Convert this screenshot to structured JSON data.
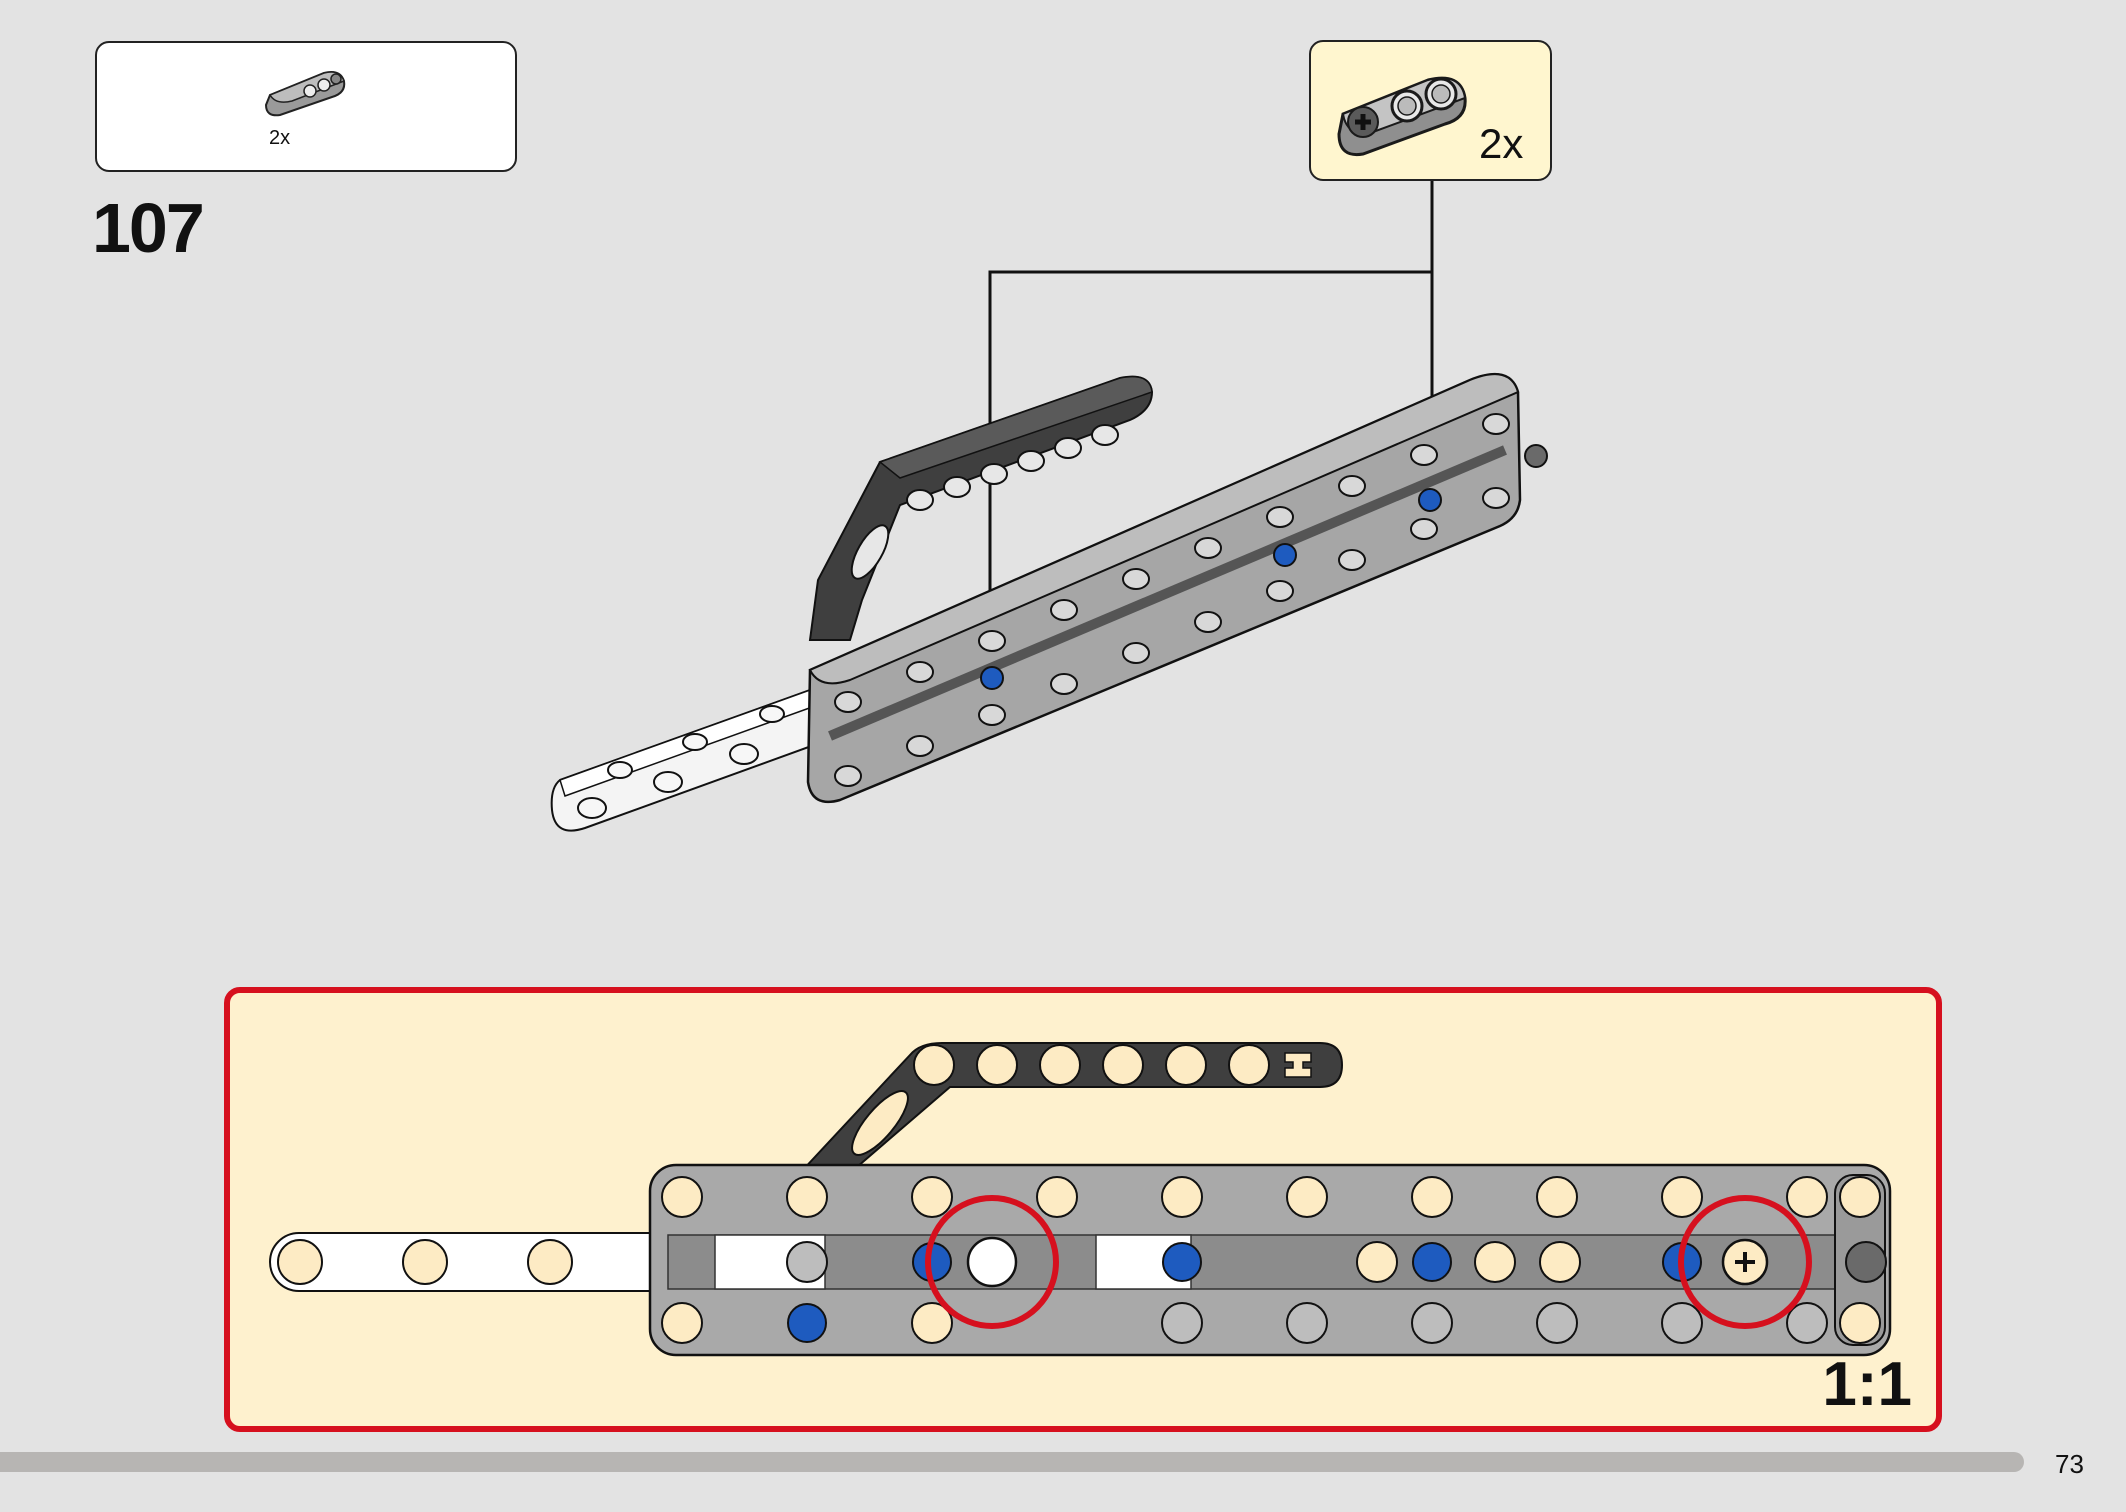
{
  "parts_list": {
    "quantity": "2x"
  },
  "step": {
    "number": "107"
  },
  "callout": {
    "quantity": "2x"
  },
  "detail": {
    "scale": "1:1"
  },
  "footer": {
    "page_number": "73"
  },
  "colors": {
    "page_background": "#e3e3e3",
    "callout_background": "#fff6cf",
    "detail_background": "#fef1ce",
    "detail_border": "#d6101e",
    "light_gray_part": "#a8a8a8",
    "dark_gray_part": "#4a4a4a",
    "blue_pin": "#1e5bbf",
    "tan_hole": "#fdebc4"
  }
}
